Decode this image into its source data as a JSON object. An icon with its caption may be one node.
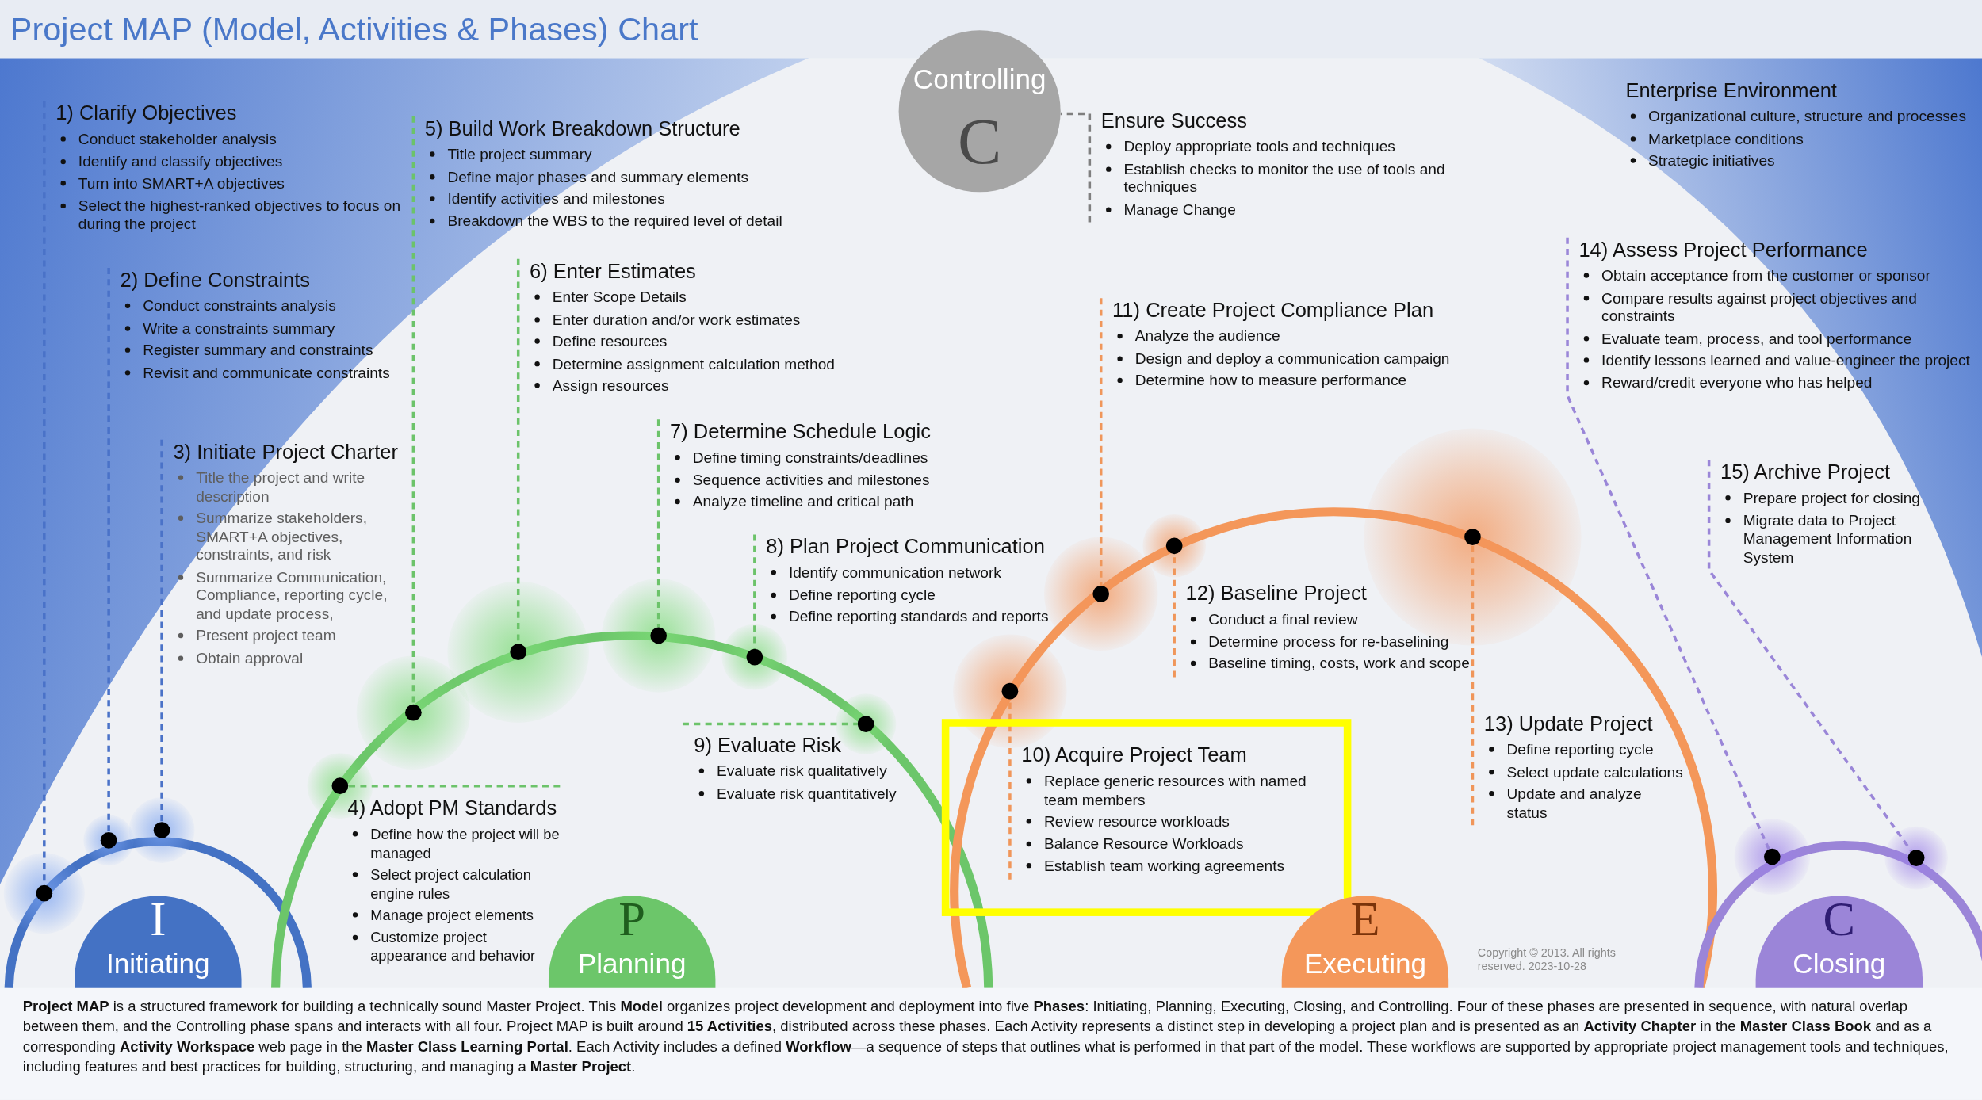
{
  "diagram": {
    "title": "Project MAP (Model, Activities & Phases) Chart",
    "caption": "**Project MAP** is a structured framework for building a technically sound Master Project. This **Model** organizes project development and deployment into five **Phases**: Initiating, Planning, Executing, Closing, and Controlling. Four of these phases are presented in sequence, with natural overlap between them, and the Controlling phase spans and interacts with all four. Project MAP is built around **15 Activities**, distributed across these phases. Each Activity represents a distinct step in developing a project plan and is presented as an **Activity Chapter** in the **Master Class Book** and as a corresponding **Activity Workspace** web page in the **Master Class Learning Portal**. Each Activity includes a defined **Workflow**—a sequence of steps that outlines what is performed in that part of the model. These workflows are supported by appropriate project management tools and techniques, including features and best practices for building, structuring, and managing a **Master Project**.",
    "nodes": [
      {
        "text": [
          "1) Clarify Objectives",
          "Conduct stakeholder analysis",
          "Identify and classify objectives",
          "Turn into SMART+A objectives",
          "Select the highest-ranked objectives to focus on during the project"
        ]
      },
      {
        "text": [
          "2) Define Constraints",
          "Conduct constraints analysis",
          "Write a constraints summary",
          "Register summary and constraints",
          "Revisit and communicate constraints"
        ]
      },
      {
        "text": [
          "3) Initiate Project Charter",
          "Title the project and write description",
          "Summarize stakeholders, SMART+A objectives, constraints, and risk",
          "Summarize Communication, Compliance, reporting cycle, and update process,",
          "Present project team",
          "Obtain approval"
        ]
      },
      {
        "text": [
          "4) Adopt PM Standards",
          "Define how the project will be managed",
          "Select project calculation engine rules",
          "Manage project elements",
          "Customize project appearance and behavior"
        ]
      },
      {
        "text": [
          "5) Build Work Breakdown Structure",
          "Title project summary",
          "Define major phases and summary elements",
          "Identify activities and milestones",
          "Breakdown the WBS to the required level of detail"
        ]
      },
      {
        "text": [
          "6) Enter Estimates",
          "Enter Scope Details",
          "Enter duration and/or work estimates",
          "Define resources",
          "Determine assignment calculation method",
          "Assign resources"
        ]
      },
      {
        "text": [
          "7) Determine Schedule Logic",
          "Define timing constraints/deadlines",
          "Sequence activities and milestones",
          "Analyze timeline and critical path"
        ]
      },
      {
        "text": [
          "8) Plan Project Communication",
          "Identify communication network",
          "Define reporting cycle",
          "Define reporting standards and reports"
        ]
      },
      {
        "text": [
          "9) Evaluate Risk",
          "Evaluate risk qualitatively",
          "Evaluate risk quantitatively"
        ]
      },
      {
        "text": [
          "10) Acquire Project Team",
          "Replace generic resources with named team members",
          "Review resource workloads",
          "Balance Resource Workloads",
          "Establish team working agreements"
        ]
      },
      {
        "text": [
          "11) Create Project Compliance Plan",
          "Analyze the audience",
          "Design and deploy a communication campaign",
          "Determine how to measure performance"
        ]
      },
      {
        "text": [
          "12) Baseline Project",
          "Conduct a final review",
          "Determine process for re-baselining",
          "Baseline timing, costs, work and scope"
        ]
      },
      {
        "text": [
          "13) Update Project",
          "Define reporting cycle",
          "Select update calculations",
          "Update and analyze status"
        ]
      },
      {
        "text": [
          "14) Assess Project Performance",
          "Obtain acceptance from the customer or sponsor",
          "Compare results against project objectives and constraints",
          "Evaluate team, process, and tool performance",
          "Identify lessons learned and value-engineer the project",
          "Reward/credit everyone who has helped"
        ]
      },
      {
        "text": [
          "15) Archive Project",
          "Prepare project for closing",
          "Migrate data to Project Management Information System"
        ]
      },
      {
        "text": [
          "Ensure Success",
          "Deploy appropriate tools and techniques",
          "Establish checks to monitor the use of tools and techniques",
          "Manage Change"
        ]
      },
      {
        "text": [
          "Controlling",
          "C"
        ]
      },
      {
        "text": [
          "I",
          "Initiating"
        ]
      },
      {
        "text": [
          "P",
          "Planning"
        ]
      },
      {
        "text": [
          "E",
          "Executing"
        ]
      },
      {
        "text": [
          "C",
          "Closing"
        ]
      },
      {
        "text": [],
        "shape": "circle"
      },
      {
        "text": [],
        "shape": "circle"
      },
      {
        "text": [],
        "shape": "circle"
      },
      {
        "text": [],
        "shape": "circle"
      },
      {
        "text": [],
        "shape": "circle"
      },
      {
        "text": [],
        "shape": "circle"
      },
      {
        "text": [],
        "shape": "circle"
      },
      {
        "text": [],
        "shape": "circle"
      },
      {
        "text": [],
        "shape": "circle"
      },
      {
        "text": [],
        "shape": "circle"
      },
      {
        "text": [],
        "shape": "circle"
      },
      {
        "text": [],
        "shape": "circle"
      },
      {
        "text": [],
        "shape": "circle"
      },
      {
        "text": [],
        "shape": "circle"
      },
      {
        "text": [],
        "shape": "circle"
      }
    ],
    "edges": [
      {
        "from": 0,
        "to": 21,
        "arrow": "none",
        "style": "dashed",
        "color": "#4a72c8"
      },
      {
        "from": 1,
        "to": 22,
        "arrow": "none",
        "style": "dashed",
        "color": "#4a72c8"
      },
      {
        "from": 2,
        "to": 23,
        "arrow": "none",
        "style": "dashed",
        "color": "#4a72c8"
      },
      {
        "from": 3,
        "to": 24,
        "arrow": "none",
        "style": "dashed",
        "color": "#6cc36a"
      },
      {
        "from": 4,
        "to": 25,
        "arrow": "none",
        "style": "dashed",
        "color": "#6cc36a"
      },
      {
        "from": 5,
        "to": 26,
        "arrow": "none",
        "style": "dashed",
        "color": "#6cc36a"
      },
      {
        "from": 6,
        "to": 27,
        "arrow": "none",
        "style": "dashed",
        "color": "#6cc36a"
      },
      {
        "from": 7,
        "to": 28,
        "arrow": "none",
        "style": "dashed",
        "color": "#6cc36a"
      },
      {
        "from": 8,
        "to": 29,
        "arrow": "none",
        "style": "dashed",
        "color": "#6cc36a"
      },
      {
        "from": 9,
        "to": 30,
        "arrow": "none",
        "style": "dashed",
        "color": "#f0965a"
      },
      {
        "from": 10,
        "to": 31,
        "arrow": "none",
        "style": "dashed",
        "color": "#f0965a"
      },
      {
        "from": 11,
        "to": 32,
        "arrow": "none",
        "style": "dashed",
        "color": "#f0965a"
      },
      {
        "from": 12,
        "to": 33,
        "arrow": "none",
        "style": "dashed",
        "color": "#f0965a"
      },
      {
        "from": 13,
        "to": 34,
        "arrow": "none",
        "style": "dashed",
        "color": "#9a86d8"
      },
      {
        "from": 14,
        "to": 35,
        "arrow": "none",
        "style": "dashed",
        "color": "#9a86d8"
      },
      {
        "from": 15,
        "to": 16,
        "arrow": "none",
        "style": "dashed",
        "color": "#7f7f7f"
      }
    ],
    "labels": [
      "Enterprise Environment",
      "Organizational culture, structure and processes",
      "Marketplace conditions",
      "Strategic initiatives",
      "Copyright © 2013. All rights reserved. 2023-10-28"
    ]
  }
}
